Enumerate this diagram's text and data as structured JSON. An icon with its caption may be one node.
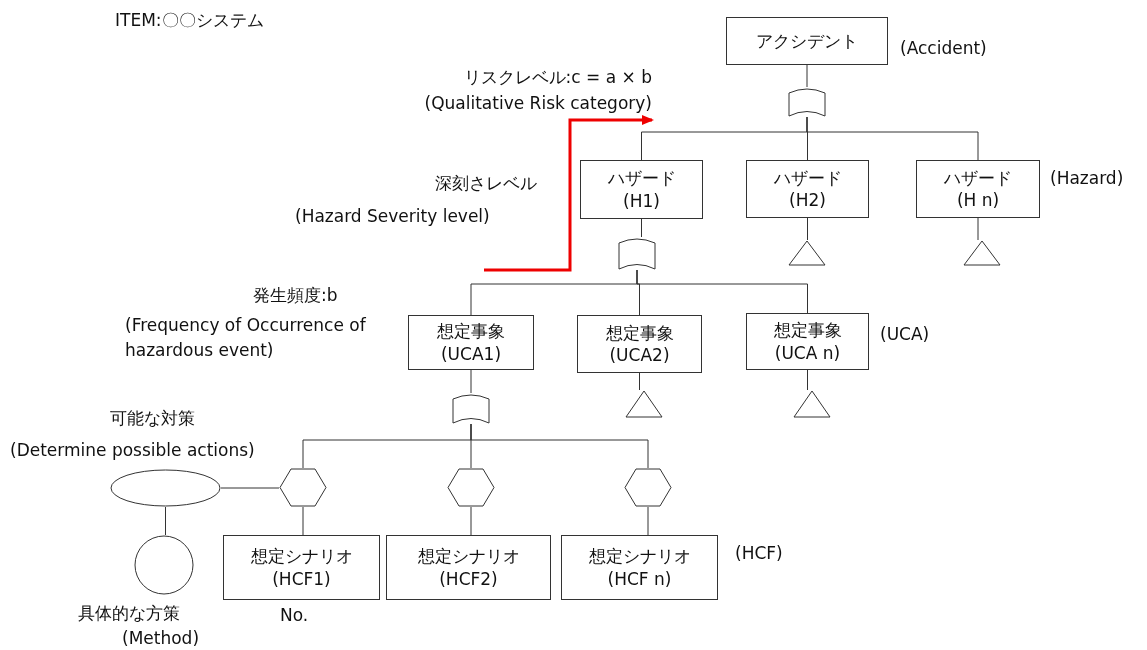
{
  "diagram": {
    "title": "ITEM:〇〇システム",
    "nodes": [
      {
        "text": [
          "アクシデント"
        ],
        "beside": [
          "(Accident)"
        ]
      },
      {
        "text": [],
        "shape": "gate"
      },
      {
        "text": [
          "ハザード",
          "(H1)"
        ]
      },
      {
        "text": [
          "ハザード",
          "(H2)"
        ]
      },
      {
        "text": [
          "ハザード",
          "(H n)"
        ],
        "beside": [
          "(Hazard)"
        ]
      },
      {
        "text": [],
        "shape": "gate"
      },
      {
        "text": [],
        "shape": "triangle"
      },
      {
        "text": [],
        "shape": "triangle"
      },
      {
        "text": [
          "想定事象",
          "(UCA1)"
        ]
      },
      {
        "text": [
          "想定事象",
          "(UCA2)"
        ]
      },
      {
        "text": [
          "想定事象",
          "(UCA n)"
        ],
        "beside": [
          "(UCA)"
        ]
      },
      {
        "text": [],
        "shape": "gate"
      },
      {
        "text": [],
        "shape": "triangle"
      },
      {
        "text": [],
        "shape": "triangle"
      },
      {
        "text": [],
        "shape": "hexagon"
      },
      {
        "text": [],
        "shape": "hexagon"
      },
      {
        "text": [],
        "shape": "hexagon"
      },
      {
        "text": [
          "想定シナリオ",
          "(HCF1)"
        ],
        "beside": [
          "No."
        ]
      },
      {
        "text": [
          "想定シナリオ",
          "(HCF2)"
        ]
      },
      {
        "text": [
          "想定シナリオ",
          "(HCF n)"
        ],
        "beside": [
          "(HCF)"
        ]
      },
      {
        "text": [],
        "shape": "ellipse",
        "beside": [
          "可能な対策",
          "(Determine possible actions)"
        ]
      },
      {
        "text": [],
        "shape": "circle",
        "beside": [
          "具体的な方策",
          "(Method)"
        ]
      }
    ],
    "edges": [
      {
        "from": 0,
        "to": 1,
        "arrow": "none"
      },
      {
        "from": 1,
        "to": 2,
        "arrow": "none"
      },
      {
        "from": 1,
        "to": 3,
        "arrow": "none"
      },
      {
        "from": 1,
        "to": 4,
        "arrow": "none"
      },
      {
        "from": 2,
        "to": 5,
        "arrow": "none"
      },
      {
        "from": 3,
        "to": 6,
        "arrow": "none"
      },
      {
        "from": 4,
        "to": 7,
        "arrow": "none"
      },
      {
        "from": 5,
        "to": 8,
        "arrow": "none"
      },
      {
        "from": 5,
        "to": 9,
        "arrow": "none"
      },
      {
        "from": 5,
        "to": 10,
        "arrow": "none"
      },
      {
        "from": 8,
        "to": 11,
        "arrow": "none"
      },
      {
        "from": 9,
        "to": 12,
        "arrow": "none"
      },
      {
        "from": 10,
        "to": 13,
        "arrow": "none"
      },
      {
        "from": 11,
        "to": 14,
        "arrow": "none"
      },
      {
        "from": 11,
        "to": 15,
        "arrow": "none"
      },
      {
        "from": 11,
        "to": 16,
        "arrow": "none"
      },
      {
        "from": 14,
        "to": 17,
        "arrow": "none"
      },
      {
        "from": 15,
        "to": 18,
        "arrow": "none"
      },
      {
        "from": 16,
        "to": 19,
        "arrow": "none"
      },
      {
        "from": 14,
        "to": 20,
        "arrow": "none"
      },
      {
        "from": 20,
        "to": 21,
        "arrow": "none"
      }
    ],
    "labels": [
      "リスクレベル:c = a × b",
      "(Qualitative Risk category)",
      "深刻さレベル",
      "(Hazard Severity level)",
      "発生頻度:b",
      "(Frequency of Occurrence of hazardous event)"
    ]
  }
}
